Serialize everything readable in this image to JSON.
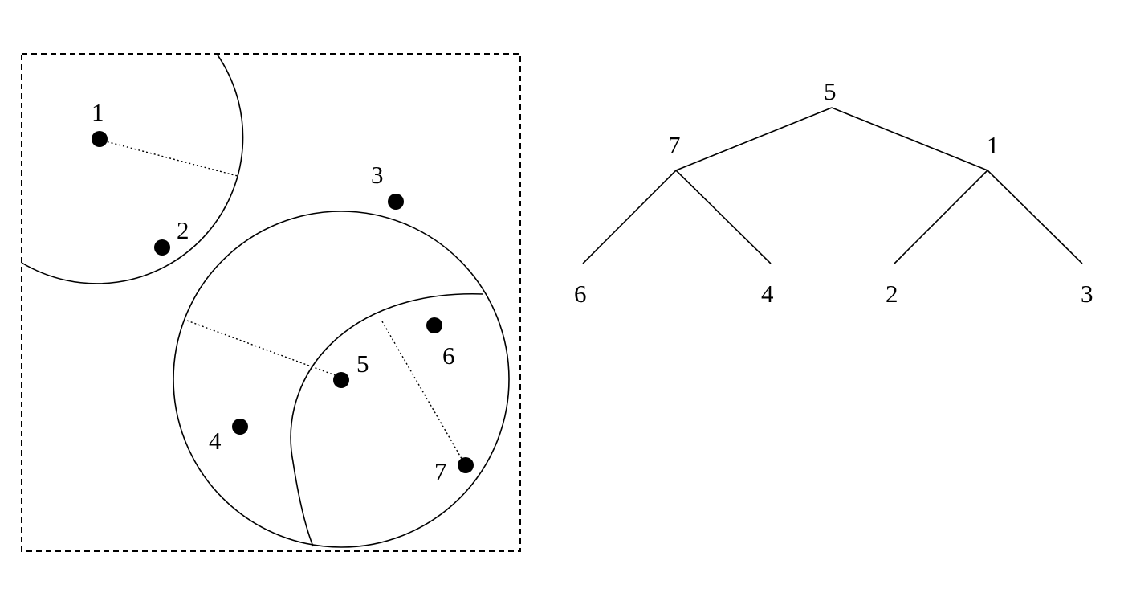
{
  "colors": {
    "background": "#ffffff",
    "ink": "#000000"
  },
  "space": {
    "points": [
      {
        "id": "p1",
        "label": "1"
      },
      {
        "id": "p2",
        "label": "2"
      },
      {
        "id": "p3",
        "label": "3"
      },
      {
        "id": "p4",
        "label": "4"
      },
      {
        "id": "p5",
        "label": "5"
      },
      {
        "id": "p6",
        "label": "6"
      },
      {
        "id": "p7",
        "label": "7"
      }
    ]
  },
  "tree": {
    "nodes": [
      {
        "id": "n5",
        "label": "5"
      },
      {
        "id": "n7",
        "label": "7"
      },
      {
        "id": "n1",
        "label": "1"
      },
      {
        "id": "n6",
        "label": "6"
      },
      {
        "id": "n4",
        "label": "4"
      },
      {
        "id": "n2",
        "label": "2"
      },
      {
        "id": "n3",
        "label": "3"
      }
    ],
    "edges": [
      {
        "from": "5",
        "to": "7"
      },
      {
        "from": "5",
        "to": "1"
      },
      {
        "from": "7",
        "to": "6"
      },
      {
        "from": "7",
        "to": "4"
      },
      {
        "from": "1",
        "to": "2"
      },
      {
        "from": "1",
        "to": "3"
      }
    ]
  }
}
